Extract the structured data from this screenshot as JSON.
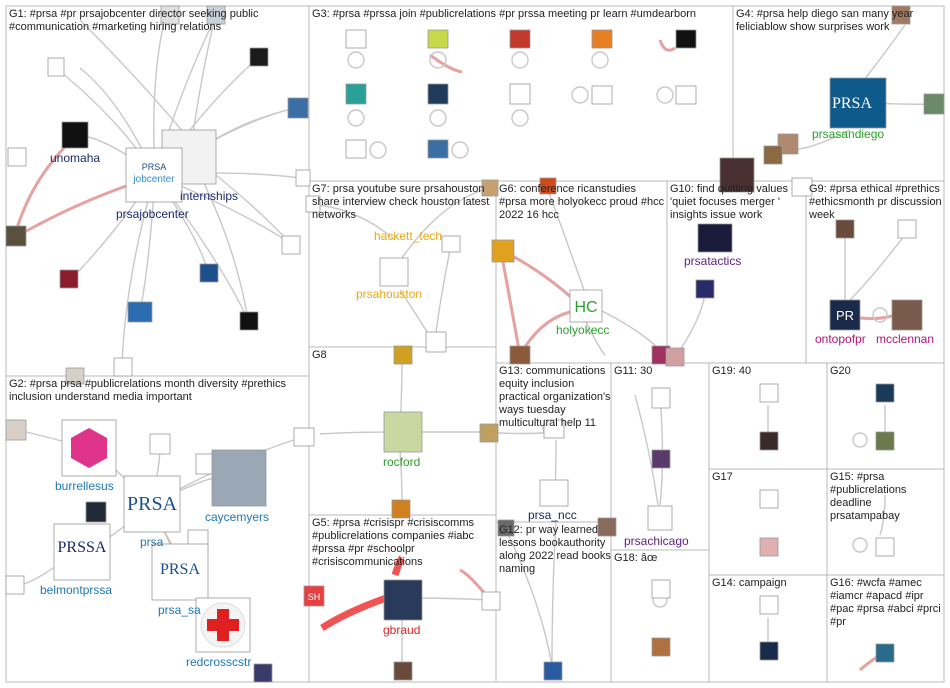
{
  "groups": [
    {
      "id": "G1",
      "title": "G1: #prsa #pr prsajobcenter director seeking public #communication #marketing hiring relations"
    },
    {
      "id": "G2",
      "title": "G2: #prsa prsa #publicrelations month diversity #prethics inclusion understand media important"
    },
    {
      "id": "G3",
      "title": "G3: #prsa #prssa join #publicrelations #pr prssa meeting pr learn #umdearborn"
    },
    {
      "id": "G4",
      "title": "G4: #prsa help diego san many year feliciablow show surprises work"
    },
    {
      "id": "G5",
      "title": "G5: #prsa #crisispr #crisiscomms #publicrelations companies #iabc #prssa #pr #schoolpr #crisiscommunications"
    },
    {
      "id": "G6",
      "title": "G6: conference ricanstudies #prsa more holyokecc proud #hcc 2022 16 hcc"
    },
    {
      "id": "G7",
      "title": "G7: prsa youtube sure prsahouston share interview check houston latest networks"
    },
    {
      "id": "G8",
      "title": "G8"
    },
    {
      "id": "G9",
      "title": "G9: #prsa ethical #prethics #ethicsmonth pr discussion week"
    },
    {
      "id": "G10",
      "title": "G10: find quitting values 'quiet focuses merger ' insights issue work"
    },
    {
      "id": "G11",
      "title": "G11: 30"
    },
    {
      "id": "G12",
      "title": "G12: pr way learned lessons bookauthority along 2022 read books naming"
    },
    {
      "id": "G13",
      "title": "G13: communications equity inclusion practical organization's ways tuesday multicultural help 11"
    },
    {
      "id": "G14",
      "title": "G14: campaign"
    },
    {
      "id": "G15",
      "title": "G15: #prsa #publicrelations deadline prsatampabay"
    },
    {
      "id": "G16",
      "title": "G16: #wcfa #amec #iamcr #apacd #ipr #pac #prsa #abci #prci #pr"
    },
    {
      "id": "G17",
      "title": "G17"
    },
    {
      "id": "G18",
      "title": "G18: âœ"
    },
    {
      "id": "G19",
      "title": "G19: 40"
    },
    {
      "id": "G20",
      "title": "G20"
    }
  ],
  "labels": {
    "unomaha": "unomaha",
    "internships": "internships",
    "prsajobcenter": "prsajobcenter",
    "burrellesus": "burrellesus",
    "caycemyers": "caycemyers",
    "prsa": "prsa",
    "belmontprssa": "belmontprssa",
    "prsa_sa": "prsa_sa",
    "redcrosscstr": "redcrosscstr",
    "prsasandiego": "prsasandiego",
    "hackett_tech": "hackett_tech",
    "prsahouston": "prsahouston",
    "holyokecc": "holyokecc",
    "prsatactics": "prsatactics",
    "ontopofpr": "ontopofpr",
    "mcclennan": "mcclennan",
    "rocford": "rocford",
    "prsa_ncc": "prsa_ncc",
    "prsachicago": "prsachicago",
    "gbraud": "gbraud"
  },
  "colors": {
    "label_navy": "#1a2a6c",
    "label_blue": "#1f77b4",
    "label_green": "#2ca02c",
    "label_gold": "#e6a817",
    "label_magenta": "#b0127a",
    "label_purple": "#5a1e82",
    "label_red": "#d62728",
    "edge_grey": "#c8c8c8",
    "edge_red": "#e08a8a",
    "edge_bright_red": "#f04040"
  }
}
